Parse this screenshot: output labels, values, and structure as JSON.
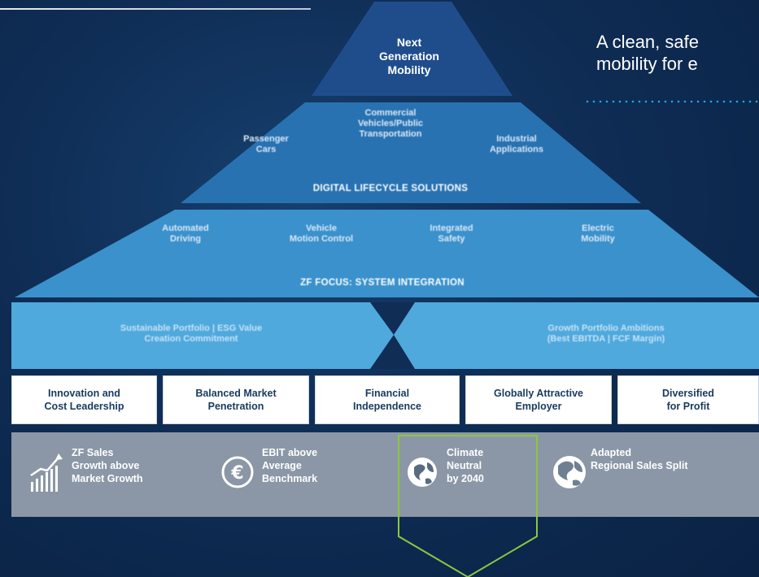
{
  "pyramid": {
    "top": "Next\nGeneration\nMobility",
    "markets": {
      "items": [
        "Passenger\nCars",
        "Commercial\nVehicles/Public\nTransportation",
        "Industrial\nApplications"
      ],
      "bar": "DIGITAL LIFECYCLE SOLUTIONS"
    },
    "technology": {
      "items": [
        "Automated\nDriving",
        "Vehicle\nMotion Control",
        "Integrated\nSafety",
        "Electric\nMobility"
      ],
      "bar": "ZF FOCUS: SYSTEM INTEGRATION"
    },
    "band": {
      "left": "Sustainable Portfolio | ESG Value\nCreation Commitment",
      "right": "Growth Portfolio Ambitions\n(Best EBITDA | FCF Margin)"
    }
  },
  "pillars": [
    "Innovation and\nCost Leadership",
    "Balanced Market\nPenetration",
    "Financial\nIndependence",
    "Globally Attractive\nEmployer",
    "Diversified\nfor Profit"
  ],
  "metrics": [
    {
      "text": "ZF Sales\nGrowth above\nMarket Growth",
      "icon": "growth-chart-icon"
    },
    {
      "text": "EBIT above\nAverage\nBenchmark",
      "icon": "euro-coin-icon"
    },
    {
      "text": "Climate\nNeutral\nby 2040",
      "icon": "globe-leaf-icon"
    },
    {
      "text": "Adapted\nRegional Sales Split",
      "icon": "globe-icon"
    }
  ],
  "quote": {
    "line1": "A clean, safe",
    "line2": "mobility for e"
  },
  "colors": {
    "background": "#0d2a4f",
    "top_tier": "#1f4d8c",
    "tier_markets": "#2872b2",
    "tier_tech": "#3a91cc",
    "band": "#4fa9dd",
    "metric_row": "#8b97a6",
    "highlight": "#8cc63f",
    "dotted": "#1ea8ec"
  }
}
